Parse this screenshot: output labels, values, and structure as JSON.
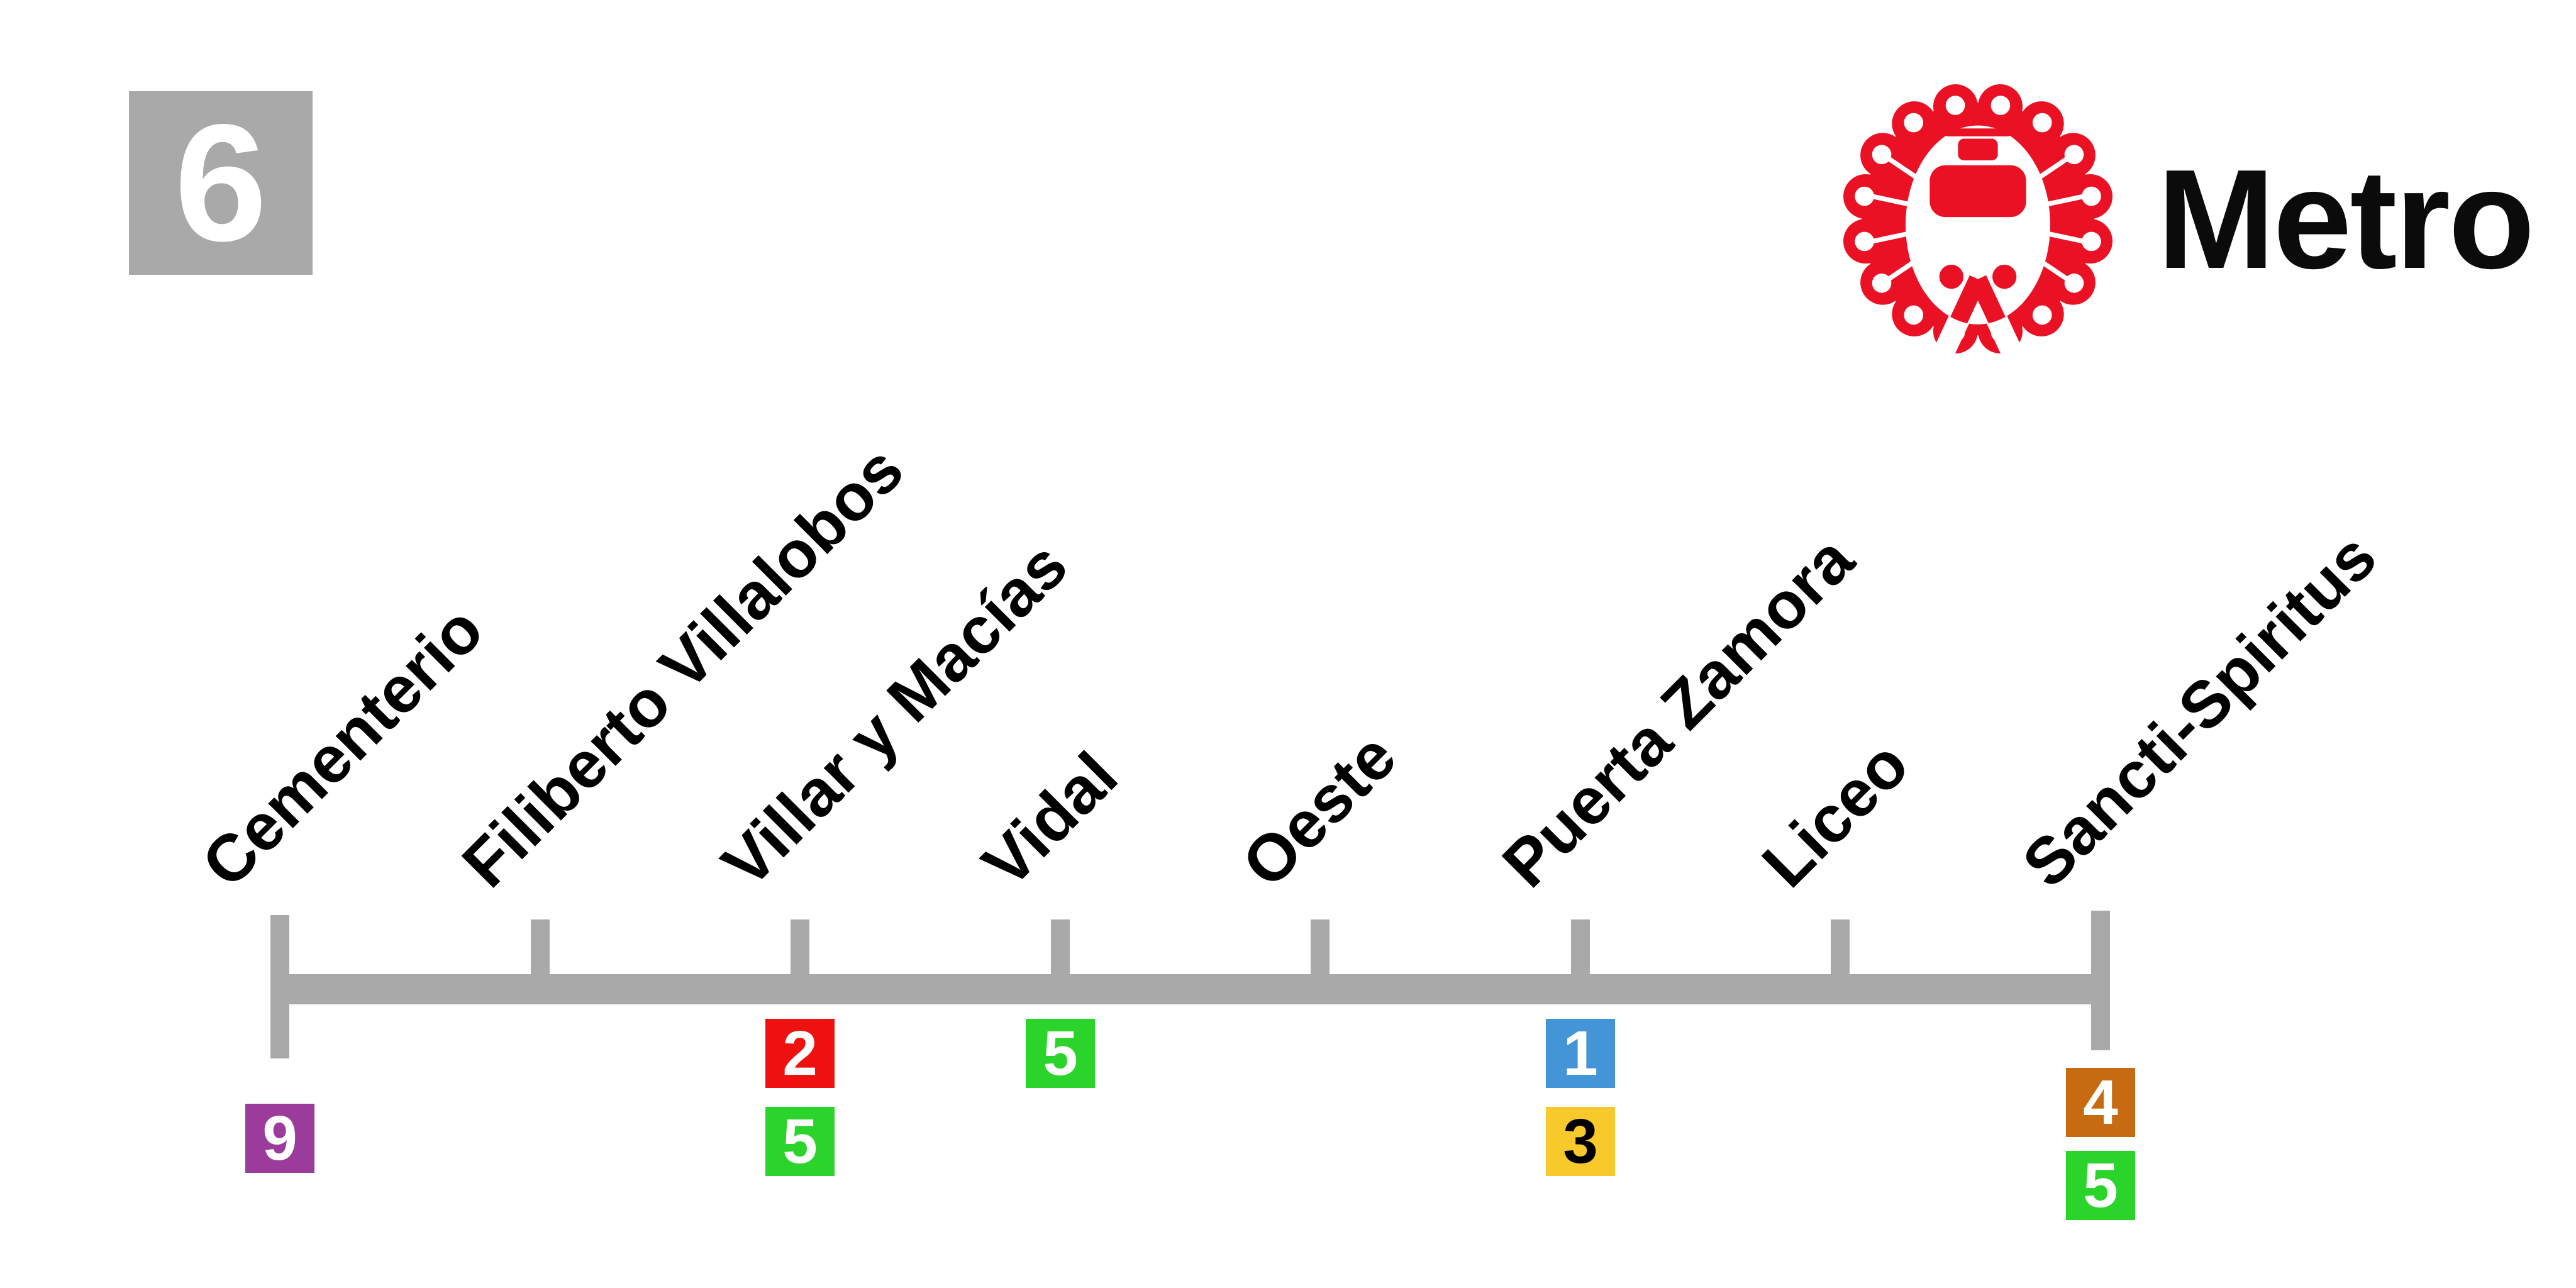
{
  "line_badge": {
    "number": "6",
    "bg_color": "#A9A9A9",
    "text_color": "#FFFFFF"
  },
  "brand": {
    "wordmark": "Metro",
    "logo_icon": "train-badge-icon",
    "logo_color": "#E91123",
    "text_color": "#0B0B0B"
  },
  "diagram": {
    "line_color": "#A9A9A9",
    "stations": [
      {
        "name": "Cementerio",
        "terminus": true,
        "transfers": [
          {
            "line": "9",
            "color": "#9B3B9B",
            "text_color": "#FFFFFF"
          }
        ]
      },
      {
        "name": "Filiberto Villalobos",
        "terminus": false,
        "transfers": []
      },
      {
        "name": "Villar y Macías",
        "terminus": false,
        "transfers": [
          {
            "line": "2",
            "color": "#EF1010",
            "text_color": "#FFFFFF"
          },
          {
            "line": "5",
            "color": "#2BD42B",
            "text_color": "#FFFFFF"
          }
        ]
      },
      {
        "name": "Vidal",
        "terminus": false,
        "transfers": [
          {
            "line": "5",
            "color": "#2BD42B",
            "text_color": "#FFFFFF"
          }
        ]
      },
      {
        "name": "Oeste",
        "terminus": false,
        "transfers": []
      },
      {
        "name": "Puerta Zamora",
        "terminus": false,
        "transfers": [
          {
            "line": "1",
            "color": "#4495D8",
            "text_color": "#FFFFFF"
          },
          {
            "line": "3",
            "color": "#F8C92B",
            "text_color": "#000000"
          }
        ]
      },
      {
        "name": "Liceo",
        "terminus": false,
        "transfers": []
      },
      {
        "name": "Sancti-Spiritus",
        "terminus": true,
        "transfers": [
          {
            "line": "4",
            "color": "#C66B12",
            "text_color": "#FFFFFF"
          },
          {
            "line": "5",
            "color": "#2BD42B",
            "text_color": "#FFFFFF"
          }
        ]
      }
    ]
  }
}
